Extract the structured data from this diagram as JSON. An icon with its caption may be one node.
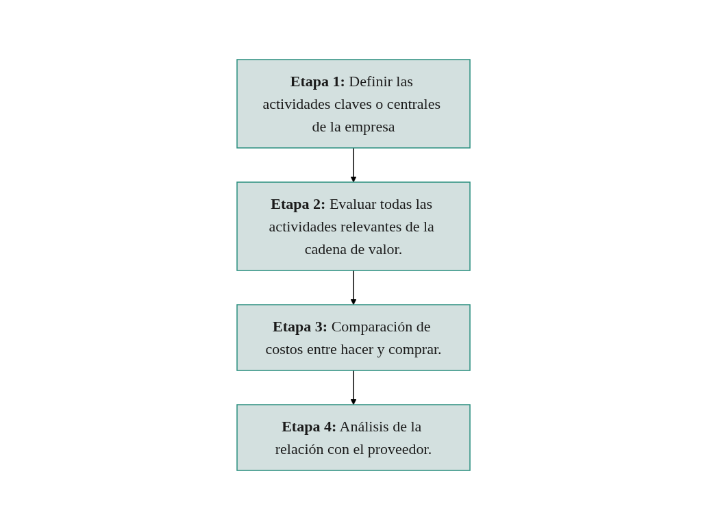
{
  "diagram": {
    "nodes": [
      {
        "text": [
          "**Etapa 1:** Definir las actividades claves o centrales de la empresa"
        ]
      },
      {
        "text": [
          "**Etapa 2:** Evaluar todas las actividades relevantes de la cadena de valor."
        ]
      },
      {
        "text": [
          "**Etapa 3:** Comparación de costos entre hacer y comprar."
        ]
      },
      {
        "text": [
          "**Etapa 4:** Análisis de la relación con el proveedor."
        ]
      }
    ],
    "edges": [
      {
        "from": 0,
        "to": 1,
        "arrow": "to"
      },
      {
        "from": 1,
        "to": 2,
        "arrow": "to"
      },
      {
        "from": 2,
        "to": 3,
        "arrow": "to"
      }
    ]
  }
}
